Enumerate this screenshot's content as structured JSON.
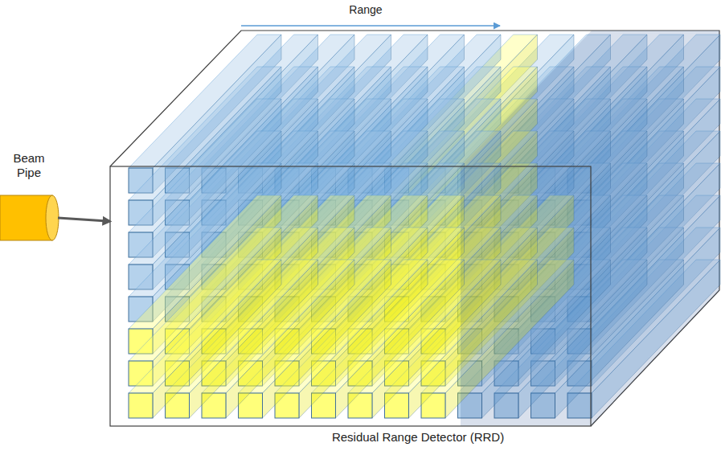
{
  "diagram": {
    "nodes": [
      {
        "text": [
          "Beam Pipe"
        ]
      },
      {
        "text": [
          "Residual Range Detector (RRD)"
        ]
      }
    ],
    "edges": [
      {
        "from": 0,
        "to": 1,
        "arrow": "to"
      }
    ],
    "labels": [
      "Range"
    ]
  }
}
